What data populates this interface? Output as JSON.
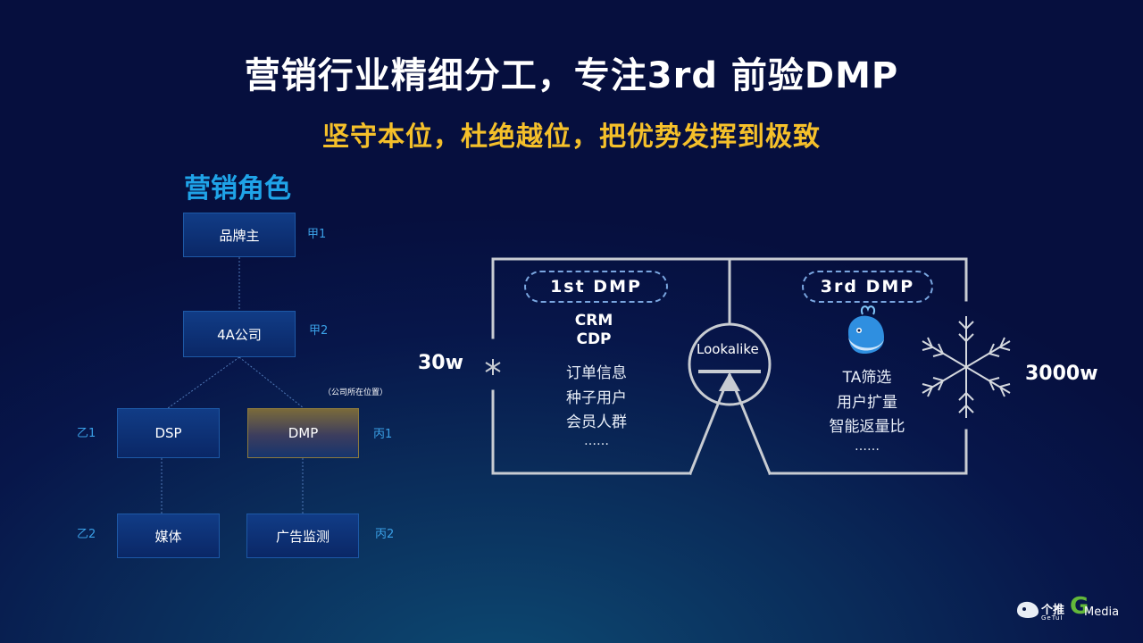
{
  "header": {
    "title": "营销行业精细分工，专注3rd 前验DMP",
    "subtitle": "坚守本位，杜绝越位，把优势发挥到极致"
  },
  "roles": {
    "section_title": "营销角色",
    "nodes": {
      "brand": "品牌主",
      "agency": "4A公司",
      "dsp": "DSP",
      "dmp": "DMP",
      "media": "媒体",
      "ad_monitor": "广告监测"
    },
    "tags": {
      "brand": "甲1",
      "agency": "甲2",
      "dsp": "乙1",
      "dmp": "丙1",
      "media": "乙2",
      "ad_monitor": "丙2"
    },
    "company_note": "（公司所在位置）"
  },
  "dmp_compare": {
    "left": {
      "label": "1st DMP",
      "bold_lines": [
        "CRM",
        "CDP"
      ],
      "items": [
        "订单信息",
        "种子用户",
        "会员人群",
        "……"
      ],
      "count": "30w"
    },
    "center": {
      "label": "Lookalike"
    },
    "right": {
      "label": "3rd DMP",
      "items": [
        "TA筛选",
        "用户扩量",
        "智能返量比",
        "……"
      ],
      "count": "3000w"
    }
  },
  "footer": {
    "logo_getui": "个推",
    "logo_getui_sub": "GeTuI",
    "logo_media": "Media",
    "logo_media_mark": "G"
  },
  "colors": {
    "title": "#ffffff",
    "subtitle": "#f5c02a",
    "section_title": "#1fa3e8",
    "tag": "#3aa0e6",
    "line": "#c8ccd2",
    "media_green": "#63b83a"
  }
}
